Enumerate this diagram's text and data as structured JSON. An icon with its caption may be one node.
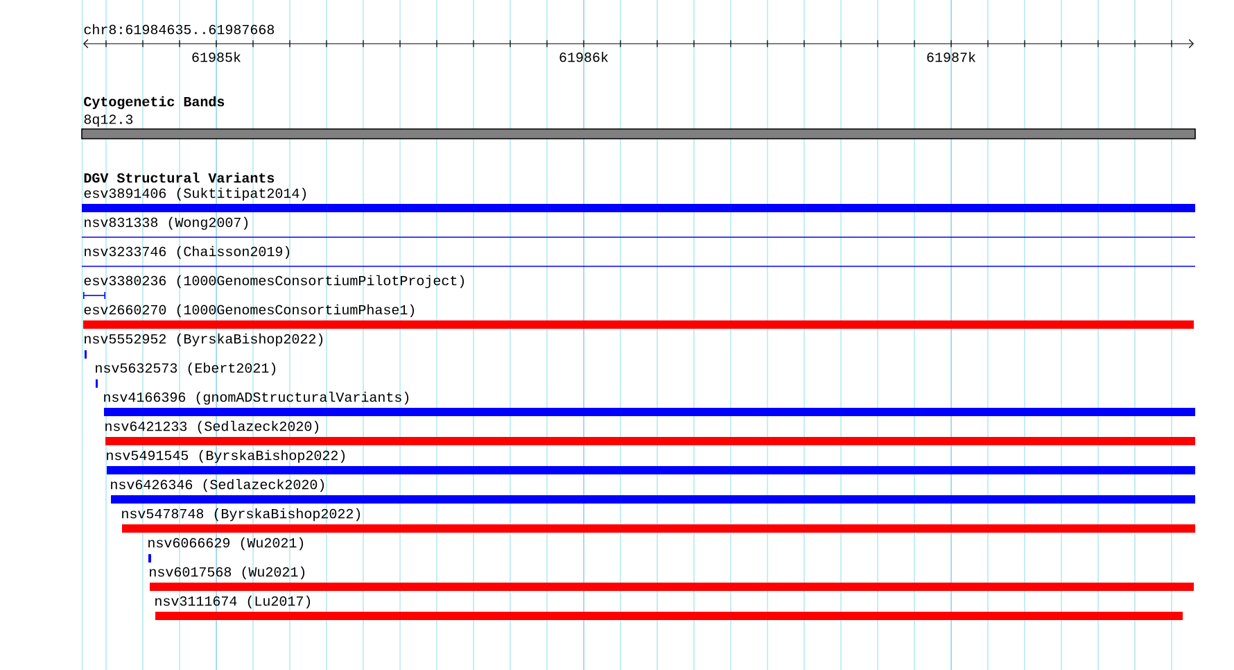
{
  "diagram": {
    "nodes": [
      {
        "text": [
          "8q12.3"
        ]
      },
      {
        "text": [
          "esv3891406 (Suktitipat2014)"
        ]
      },
      {
        "text": [
          "nsv831338 (Wong2007)"
        ]
      },
      {
        "text": [
          "nsv3233746 (Chaisson2019)"
        ]
      },
      {
        "text": [
          "esv3380236 (1000GenomesConsortiumPilotProject)"
        ]
      },
      {
        "text": [
          "esv2660270 (1000GenomesConsortiumPhase1)"
        ]
      },
      {
        "text": [
          "nsv5552952 (ByrskaBishop2022)"
        ]
      },
      {
        "text": [
          "nsv5632573 (Ebert2021)"
        ]
      },
      {
        "text": [
          "nsv4166396 (gnomADStructuralVariants)"
        ]
      },
      {
        "text": [
          "nsv6421233 (Sedlazeck2020)"
        ]
      },
      {
        "text": [
          "nsv5491545 (ByrskaBishop2022)"
        ]
      },
      {
        "text": [
          "nsv6426346 (Sedlazeck2020)"
        ]
      },
      {
        "text": [
          "nsv5478748 (ByrskaBishop2022)"
        ]
      },
      {
        "text": [
          "nsv6066629 (Wu2021)"
        ]
      },
      {
        "text": [
          "nsv6017568 (Wu2021)"
        ]
      },
      {
        "text": [
          "nsv3111674 (Lu2017)"
        ]
      }
    ],
    "labels": [
      "chr8:61984635..61987668",
      "61985k",
      "61986k",
      "61987k",
      "Cytogenetic Bands",
      "DGV Structural Variants"
    ]
  }
}
